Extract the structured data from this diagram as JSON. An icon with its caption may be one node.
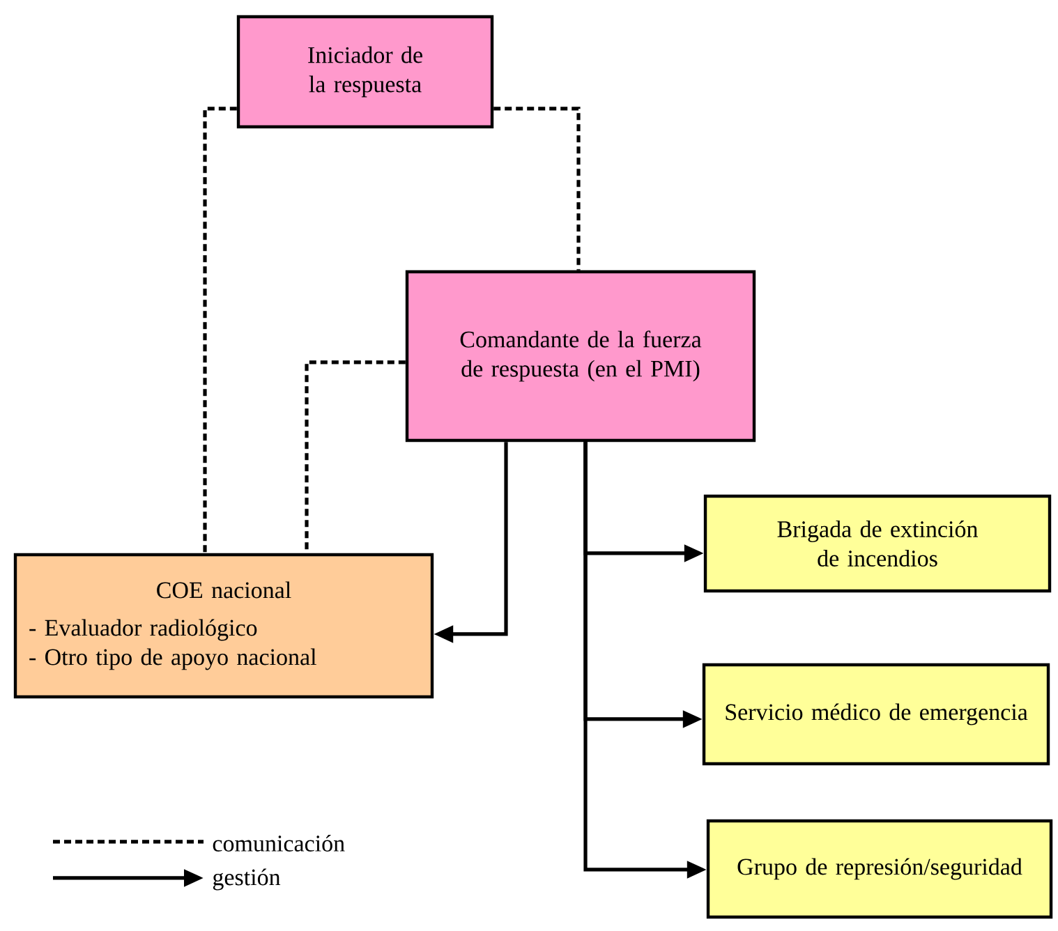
{
  "diagram": {
    "nodes": [
      {
        "text": [
          "Iniciador de la respuesta"
        ]
      },
      {
        "text": [
          "Comandante de la fuerza de respuesta (en el PMI)"
        ]
      },
      {
        "text": [
          "COE nacional",
          "-  Evaluador radiológico",
          "- Otro tipo de apoyo nacional"
        ]
      },
      {
        "text": [
          "Brigada de extinción de incendios"
        ]
      },
      {
        "text": [
          "Servicio médico de emergencia"
        ]
      },
      {
        "text": [
          "Grupo de represión/seguridad"
        ]
      }
    ],
    "edges": [
      {
        "from": 0,
        "to": 2,
        "arrow": "none",
        "style": "dashed"
      },
      {
        "from": 0,
        "to": 1,
        "arrow": "none",
        "style": "dashed"
      },
      {
        "from": 1,
        "to": 2,
        "arrow": "none",
        "style": "dashed"
      },
      {
        "from": 1,
        "to": 2,
        "arrow": "to"
      },
      {
        "from": 1,
        "to": 3,
        "arrow": "to"
      },
      {
        "from": 1,
        "to": 4,
        "arrow": "to"
      },
      {
        "from": 1,
        "to": 5,
        "arrow": "to"
      }
    ],
    "legend": [
      {
        "text": "comunicación"
      },
      {
        "text": "gestión"
      }
    ]
  }
}
